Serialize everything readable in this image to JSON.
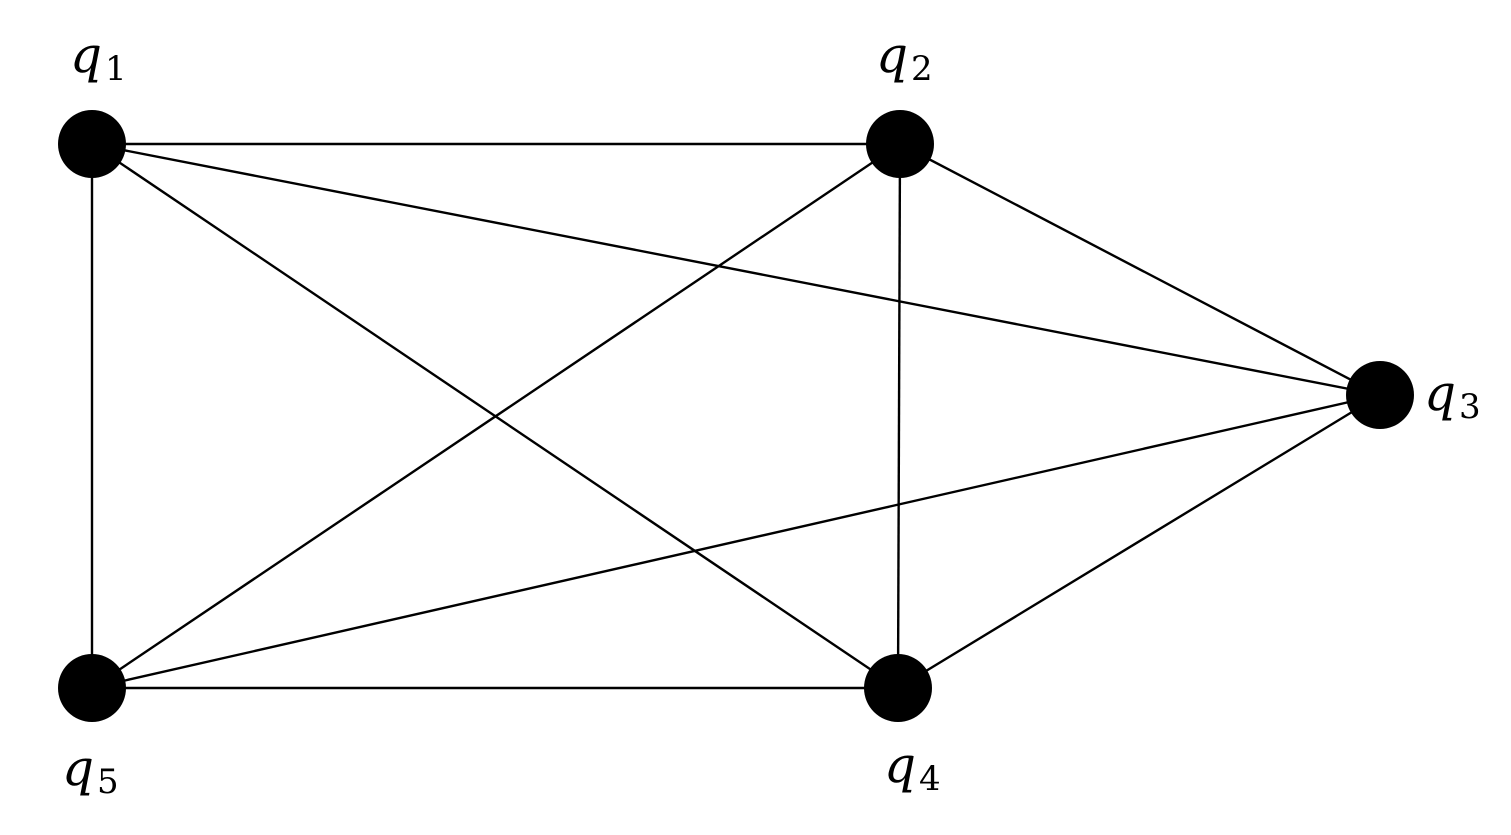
{
  "graph": {
    "nodes": [
      {
        "id": "q1",
        "label": "q",
        "subscript": "1"
      },
      {
        "id": "q2",
        "label": "q",
        "subscript": "2"
      },
      {
        "id": "q3",
        "label": "q",
        "subscript": "3"
      },
      {
        "id": "q4",
        "label": "q",
        "subscript": "4"
      },
      {
        "id": "q5",
        "label": "q",
        "subscript": "5"
      }
    ],
    "edges": [
      [
        "q1",
        "q2"
      ],
      [
        "q1",
        "q3"
      ],
      [
        "q1",
        "q4"
      ],
      [
        "q1",
        "q5"
      ],
      [
        "q2",
        "q3"
      ],
      [
        "q2",
        "q4"
      ],
      [
        "q2",
        "q5"
      ],
      [
        "q3",
        "q4"
      ],
      [
        "q3",
        "q5"
      ],
      [
        "q4",
        "q5"
      ]
    ]
  },
  "colors": {
    "edge": "#000000",
    "node": "#000000",
    "background": "#ffffff"
  }
}
